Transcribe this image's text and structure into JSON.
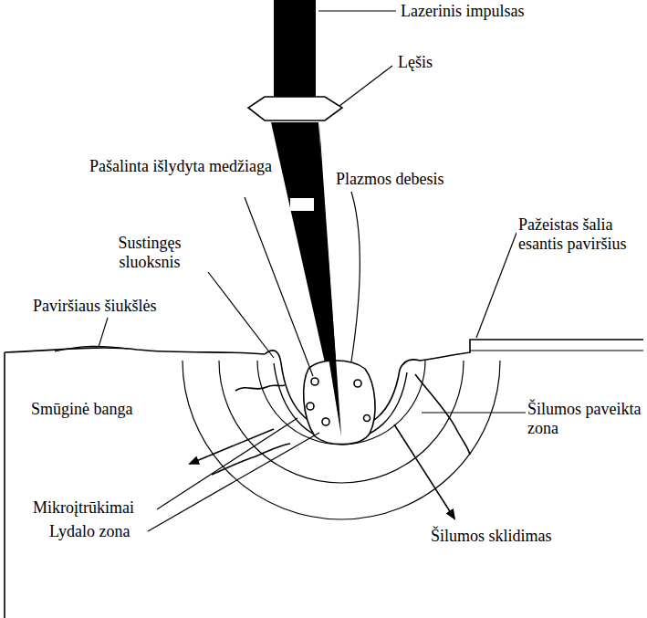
{
  "diagram": {
    "labels": [
      "Lazerinis impulsas",
      "Lęšis",
      "Pašalinta išlydyta medžiaga",
      "Plazmos debesis",
      "Pažeistas šalia esantis paviršius",
      "Sustingęs sluoksnis",
      "Paviršiaus šiukšlės",
      "Smūginė banga",
      "Šilumos paveikta zona",
      "Mikroįtrūkimai",
      "Lydalo zona",
      "Šilumos sklidimas"
    ]
  }
}
